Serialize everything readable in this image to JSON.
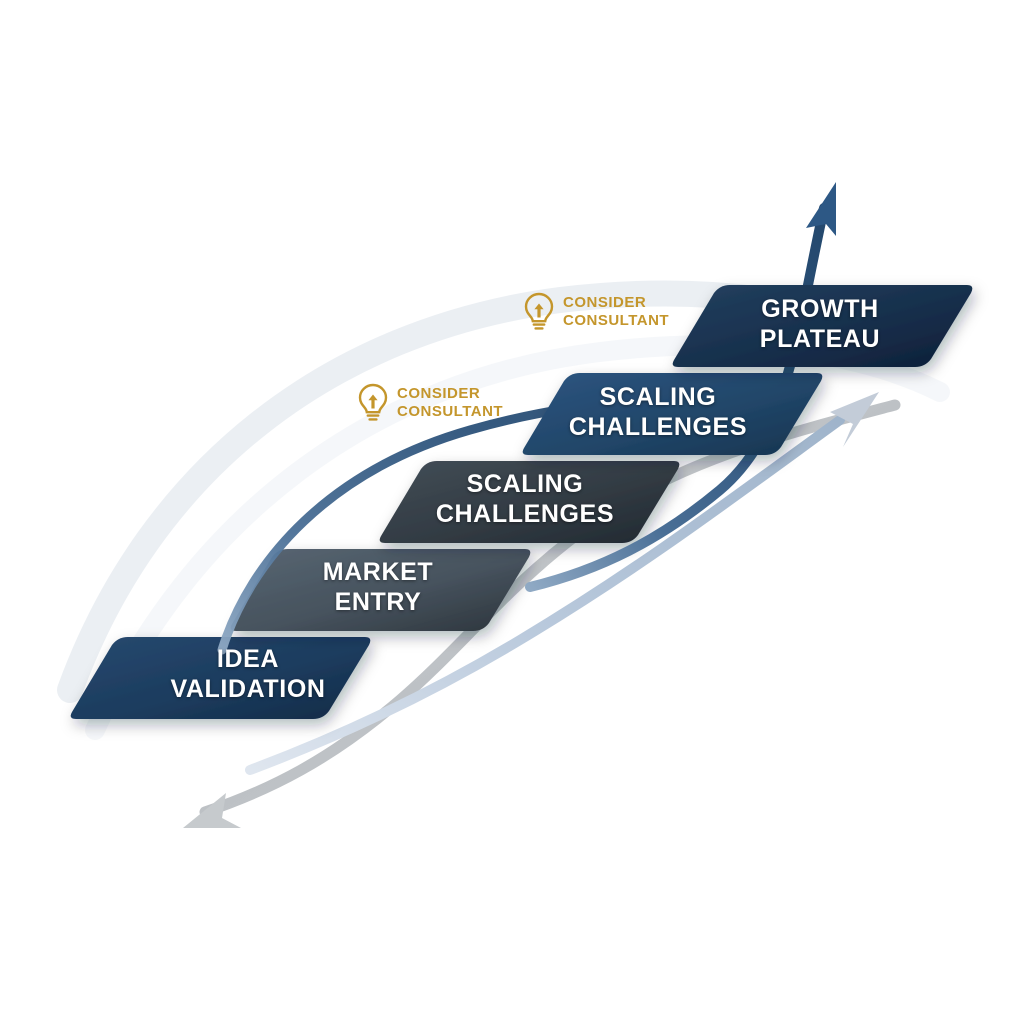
{
  "diagram": {
    "title": "Business Growth Stages Staircase",
    "background_color": "#ffffff",
    "stages": [
      {
        "id": "idea-validation",
        "label": "IDEA\nVALIDATION",
        "color_start": "#1f4266",
        "color_end": "#15304e",
        "order": 1
      },
      {
        "id": "market-entry",
        "label": "MARKET\nENTRY",
        "color_start": "#4f5b66",
        "color_end": "#2f3840",
        "order": 2
      },
      {
        "id": "scaling-challenges-1",
        "label": "SCALING\nCHALLENGES",
        "color_start": "#3b454e",
        "color_end": "#242c33",
        "order": 3
      },
      {
        "id": "scaling-challenges-2",
        "label": "SCALING\nCHALLENGES",
        "color_start": "#2a5party",
        "color_end": "#17375c",
        "order": 4
      },
      {
        "id": "growth-plateau",
        "label": "GROWTH\nPLATEAU",
        "color_start": "#1c3553",
        "color_end": "#0f2340",
        "order": 5
      }
    ],
    "annotations": [
      {
        "id": "consider-consultant-lower",
        "text": "CONSIDER\nCONSULTANT",
        "icon": "lightbulb-arrow-icon",
        "color": "#c4962c"
      },
      {
        "id": "consider-consultant-upper",
        "text": "CONSIDER\nCONSULTANT",
        "icon": "lightbulb-arrow-icon",
        "color": "#c4962c"
      }
    ],
    "arrows": [
      {
        "id": "primary-growth-arrow",
        "direction": "up-right",
        "color": "#2f5780",
        "style": "solid-s-curve"
      },
      {
        "id": "secondary-faded-arrow",
        "direction": "up-right",
        "color": "#aebcce",
        "style": "faded-s-curve"
      },
      {
        "id": "decline-arrow",
        "direction": "down-left",
        "color": "#c3c6c9",
        "style": "gray-s-curve"
      }
    ]
  }
}
